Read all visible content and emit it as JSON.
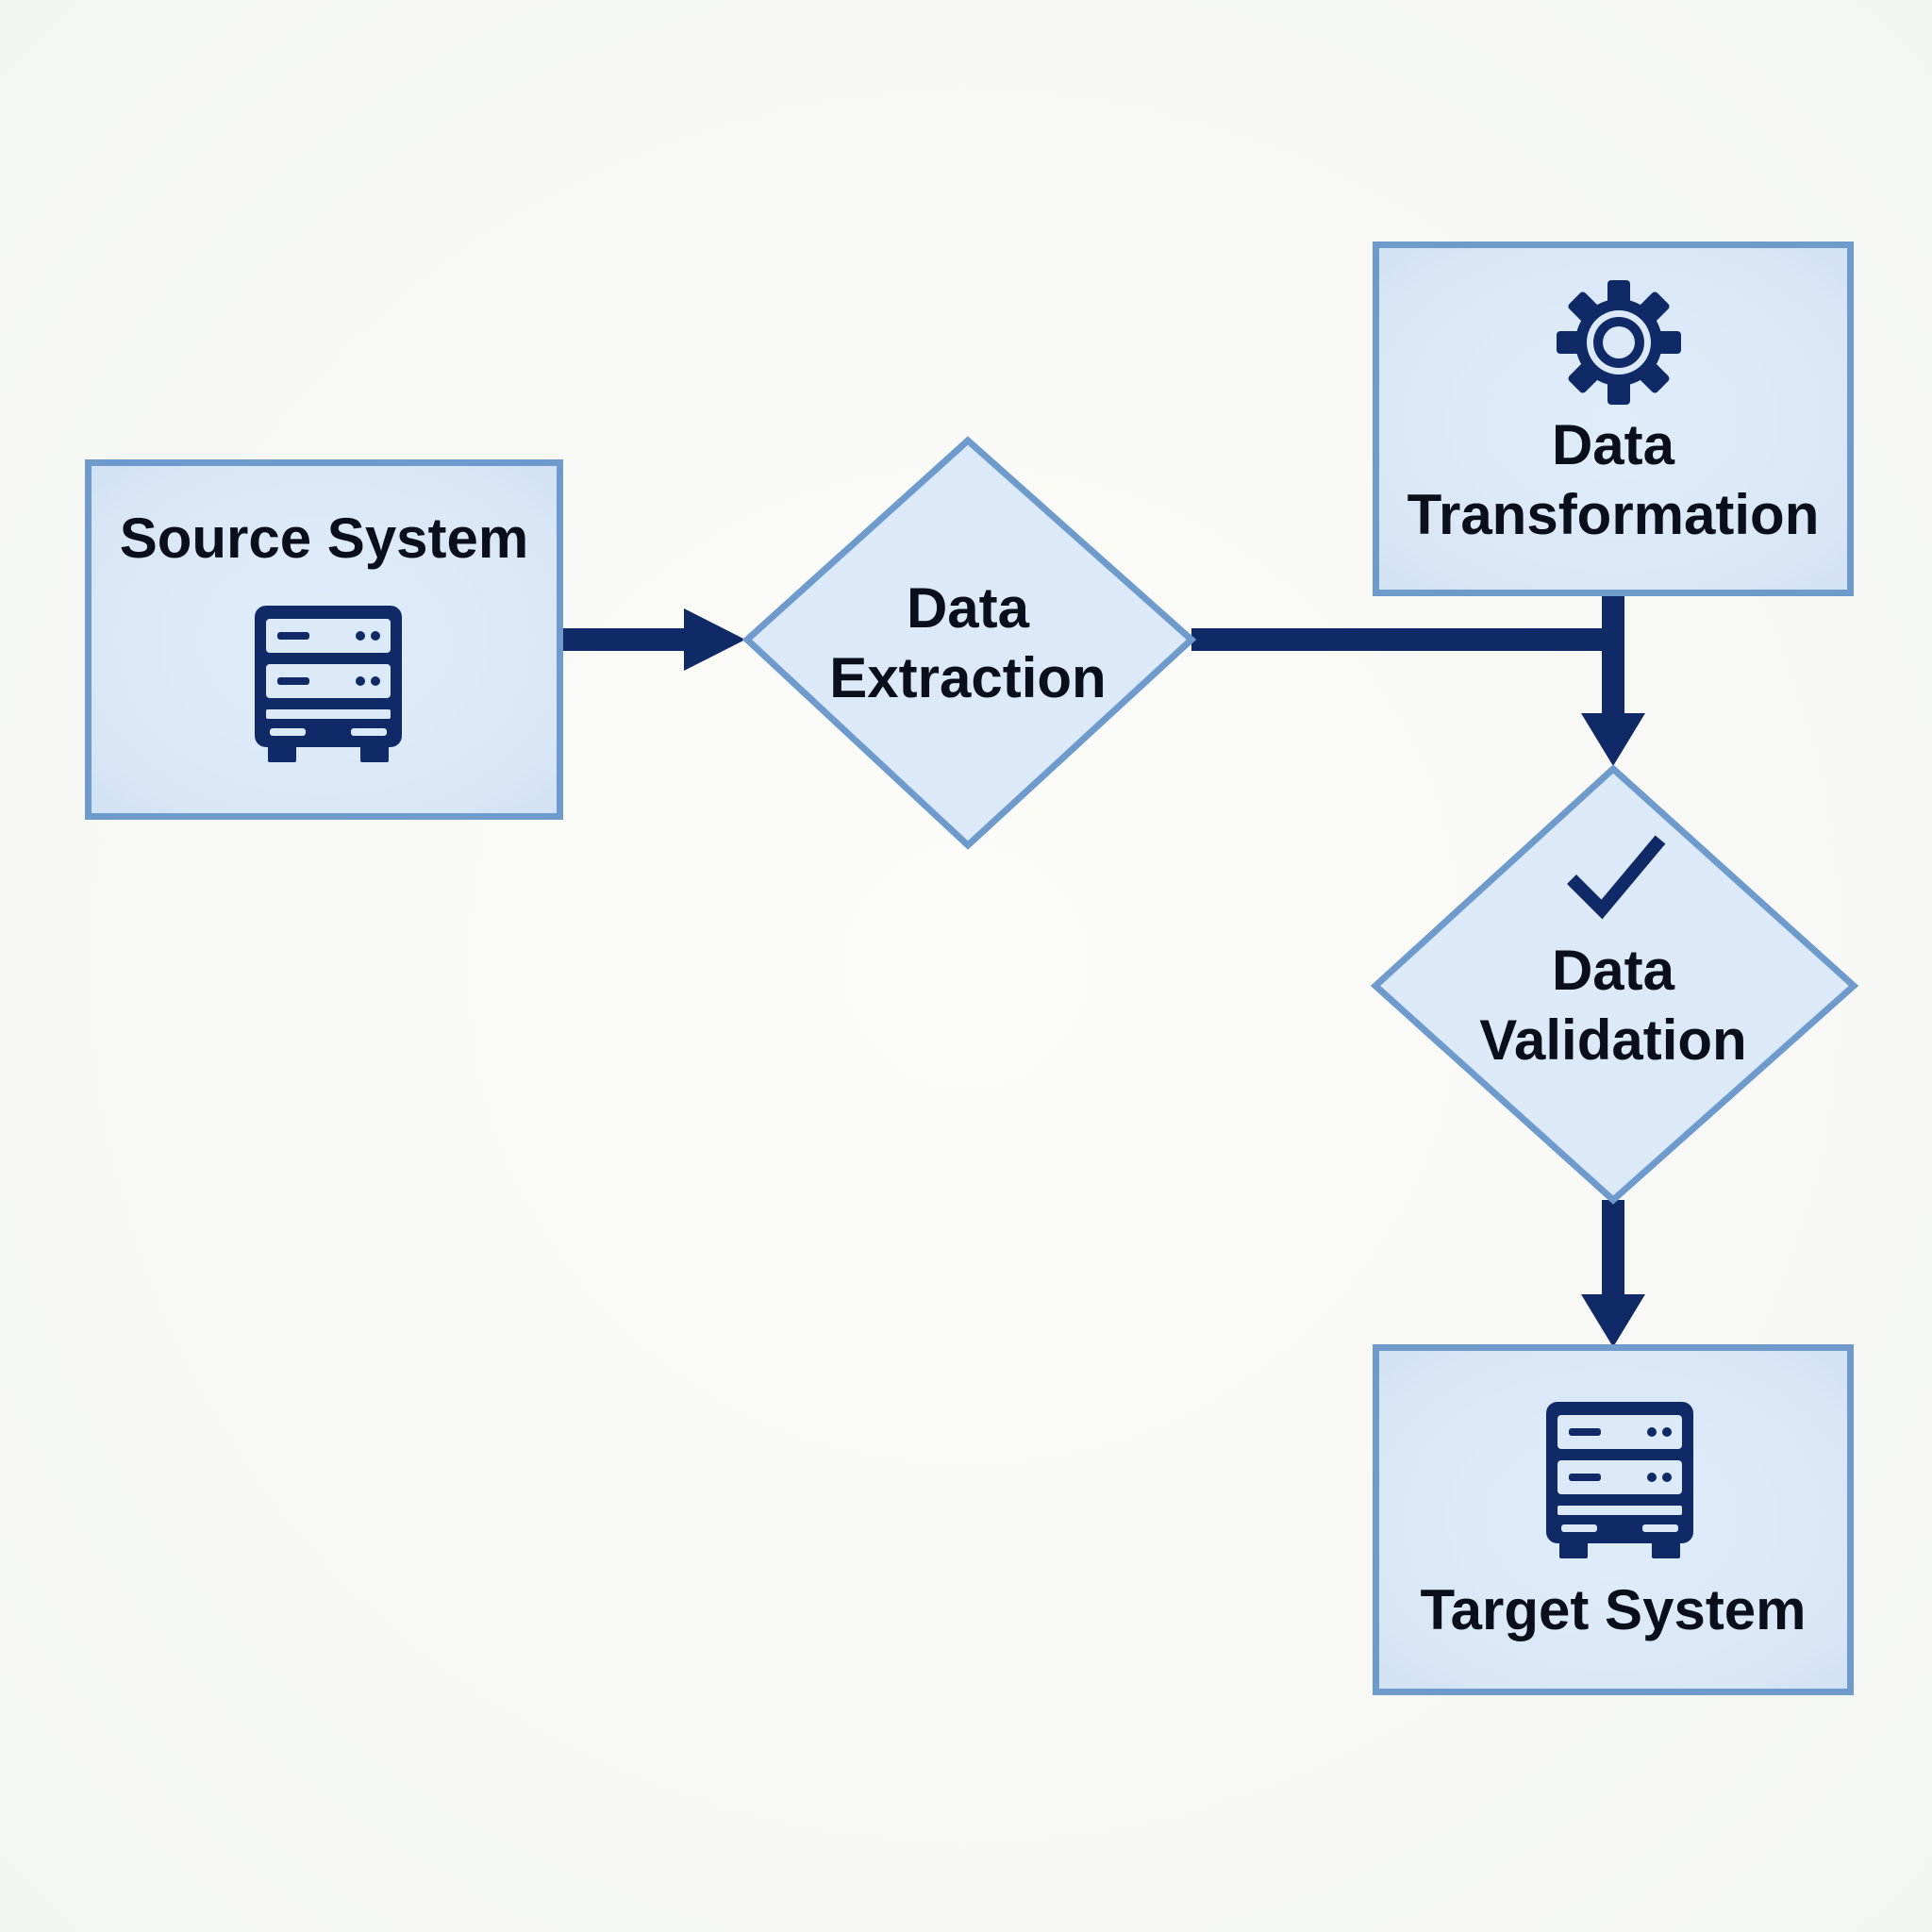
{
  "nodes": {
    "source": {
      "label": "Source System",
      "icon": "server-icon"
    },
    "extraction": {
      "line1": "Data",
      "line2": "Extraction"
    },
    "transformation": {
      "line1": "Data",
      "line2": "Transformation",
      "icon": "gear-icon"
    },
    "validation": {
      "line1": "Data",
      "line2": "Validation",
      "icon": "checkmark-icon"
    },
    "target": {
      "label": "Target System",
      "icon": "server-icon"
    }
  },
  "edges": [
    {
      "from": "source",
      "to": "extraction"
    },
    {
      "from": "extraction",
      "to": "validation"
    },
    {
      "from": "transformation",
      "to": "validation"
    },
    {
      "from": "validation",
      "to": "target"
    }
  ],
  "colors": {
    "node_fill": "#dce9f8",
    "node_border": "#6f9bcc",
    "edge": "#0f2a66",
    "icon": "#0f2a66",
    "text": "#0b0f1c"
  }
}
